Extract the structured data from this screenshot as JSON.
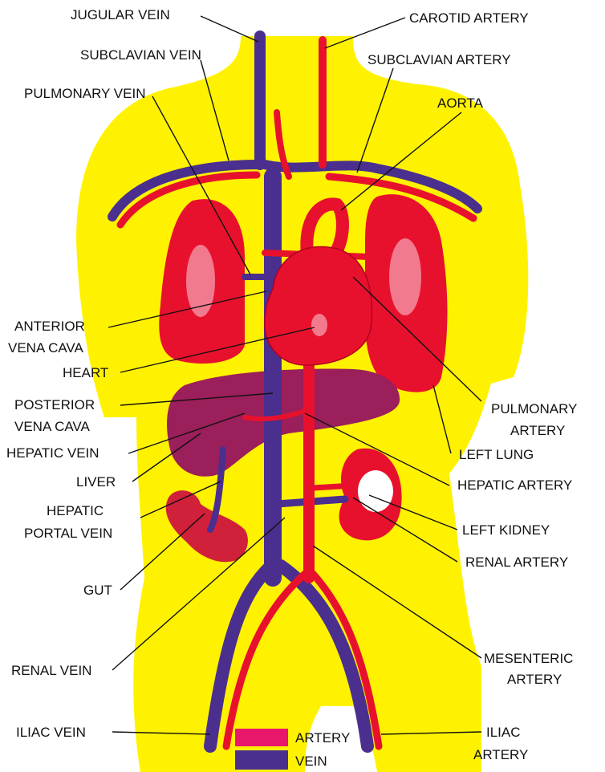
{
  "colors": {
    "torso": "#fff200",
    "artery": "#e8112d",
    "vein": "#4a2f8f",
    "lung": "#e8112d",
    "liver": "#9b1f5a",
    "kidney": "#e8112d",
    "label_text": "#111111"
  },
  "labels": {
    "jugular_vein": "JUGULAR VEIN",
    "carotid_artery": "CAROTID ARTERY",
    "subclavian_vein": "SUBCLAVIAN VEIN",
    "subclavian_artery": "SUBCLAVIAN ARTERY",
    "pulmonary_vein": "PULMONARY VEIN",
    "aorta": "AORTA",
    "anterior_vena_cava_1": "ANTERIOR",
    "anterior_vena_cava_2": "VENA CAVA",
    "heart": "HEART",
    "posterior_vena_cava_1": "POSTERIOR",
    "posterior_vena_cava_2": "VENA CAVA",
    "pulmonary_artery_1": "PULMONARY",
    "pulmonary_artery_2": "ARTERY",
    "hepatic_vein": "HEPATIC VEIN",
    "left_lung": "LEFT LUNG",
    "liver": "LIVER",
    "hepatic_artery": "HEPATIC ARTERY",
    "hepatic_portal_vein_1": "HEPATIC",
    "hepatic_portal_vein_2": "PORTAL VEIN",
    "left_kidney": "LEFT KIDNEY",
    "renal_artery": "RENAL ARTERY",
    "gut": "GUT",
    "mesenteric_artery_1": "MESENTERIC",
    "mesenteric_artery_2": "ARTERY",
    "renal_vein": "RENAL VEIN",
    "iliac_vein": "ILIAC VEIN",
    "iliac_artery_1": "ILIAC",
    "iliac_artery_2": "ARTERY"
  },
  "legend": {
    "artery_label": "ARTERY",
    "vein_label": "VEIN"
  }
}
